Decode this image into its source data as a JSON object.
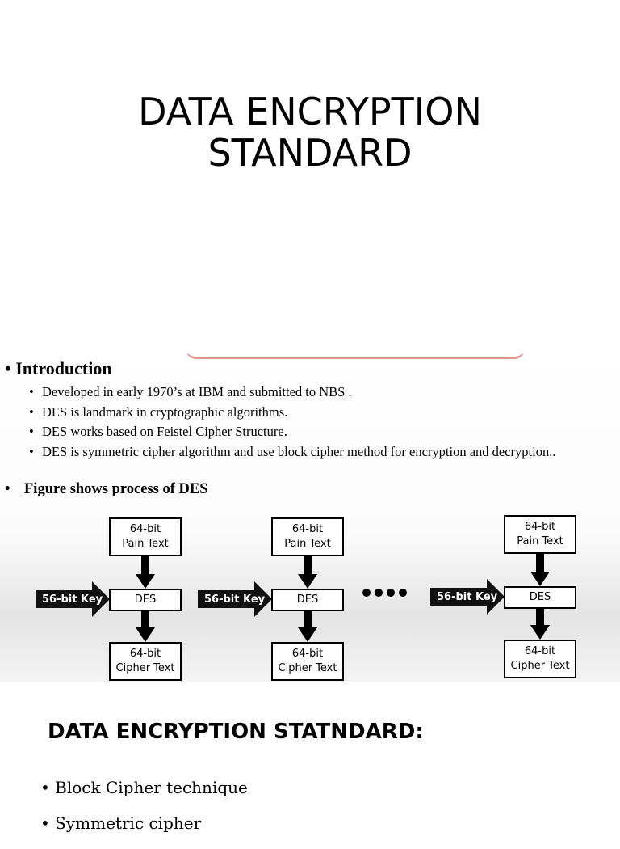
{
  "title": {
    "line1": "DATA ENCRYPTION",
    "line2": "STANDARD"
  },
  "screenshot": {
    "intro_heading": "• Introduction",
    "intro_points": [
      "Developed in early 1970’s at IBM and submitted to NBS .",
      "DES is landmark in cryptographic algorithms.",
      "DES works based on Feistel Cipher Structure.",
      "DES is symmetric cipher algorithm and use block cipher method for encryption and decryption.."
    ],
    "figure_caption_bullet": "•",
    "figure_caption": "Figure shows process of DES",
    "diagram": {
      "plain_text": [
        "64-bit",
        "Pain Text"
      ],
      "cipher_text": [
        "64-bit",
        "Cipher Text"
      ],
      "des_label": "DES",
      "key_label": "56-bit Key",
      "ellipsis": "••••"
    }
  },
  "section_heading": "DATA ENCRYPTION STATNDARD:",
  "bullets": [
    "Block Cipher technique",
    "Symmetric cipher"
  ]
}
